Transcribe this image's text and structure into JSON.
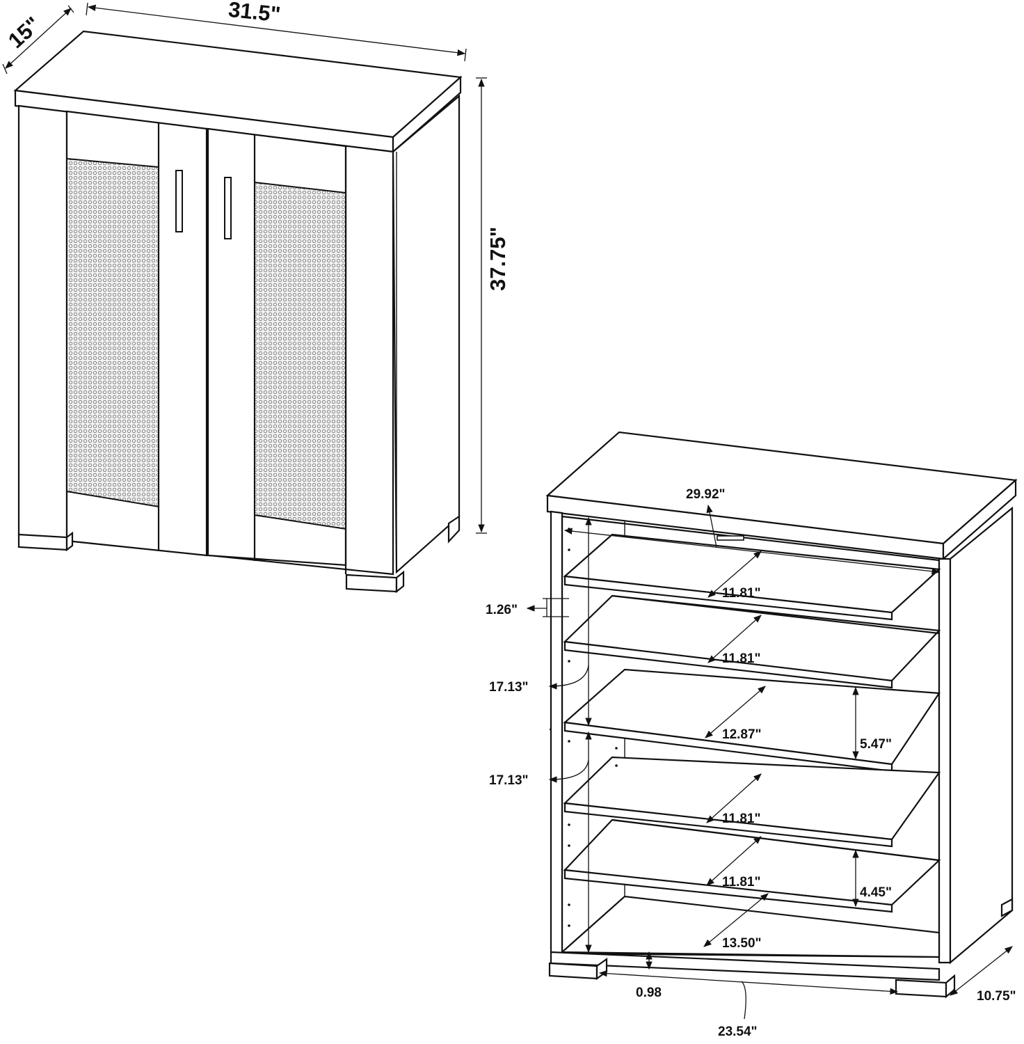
{
  "closed_view": {
    "depth": "15\"",
    "width": "31.5\"",
    "height": "37.75\""
  },
  "open_view": {
    "inner_width": "29.92\"",
    "shelf_depths": [
      "11.81\"",
      "11.81\"",
      "12.87\"",
      "11.81\"",
      "11.81\"",
      "13.50\""
    ],
    "hole_spacing": "1.26\"",
    "side_heights": [
      "17.13\"",
      "17.13\""
    ],
    "gap_heights": [
      "5.47\"",
      "4.45\""
    ],
    "base_clearance": "0.98",
    "base_width": "23.54\"",
    "base_depth": "10.75\""
  }
}
